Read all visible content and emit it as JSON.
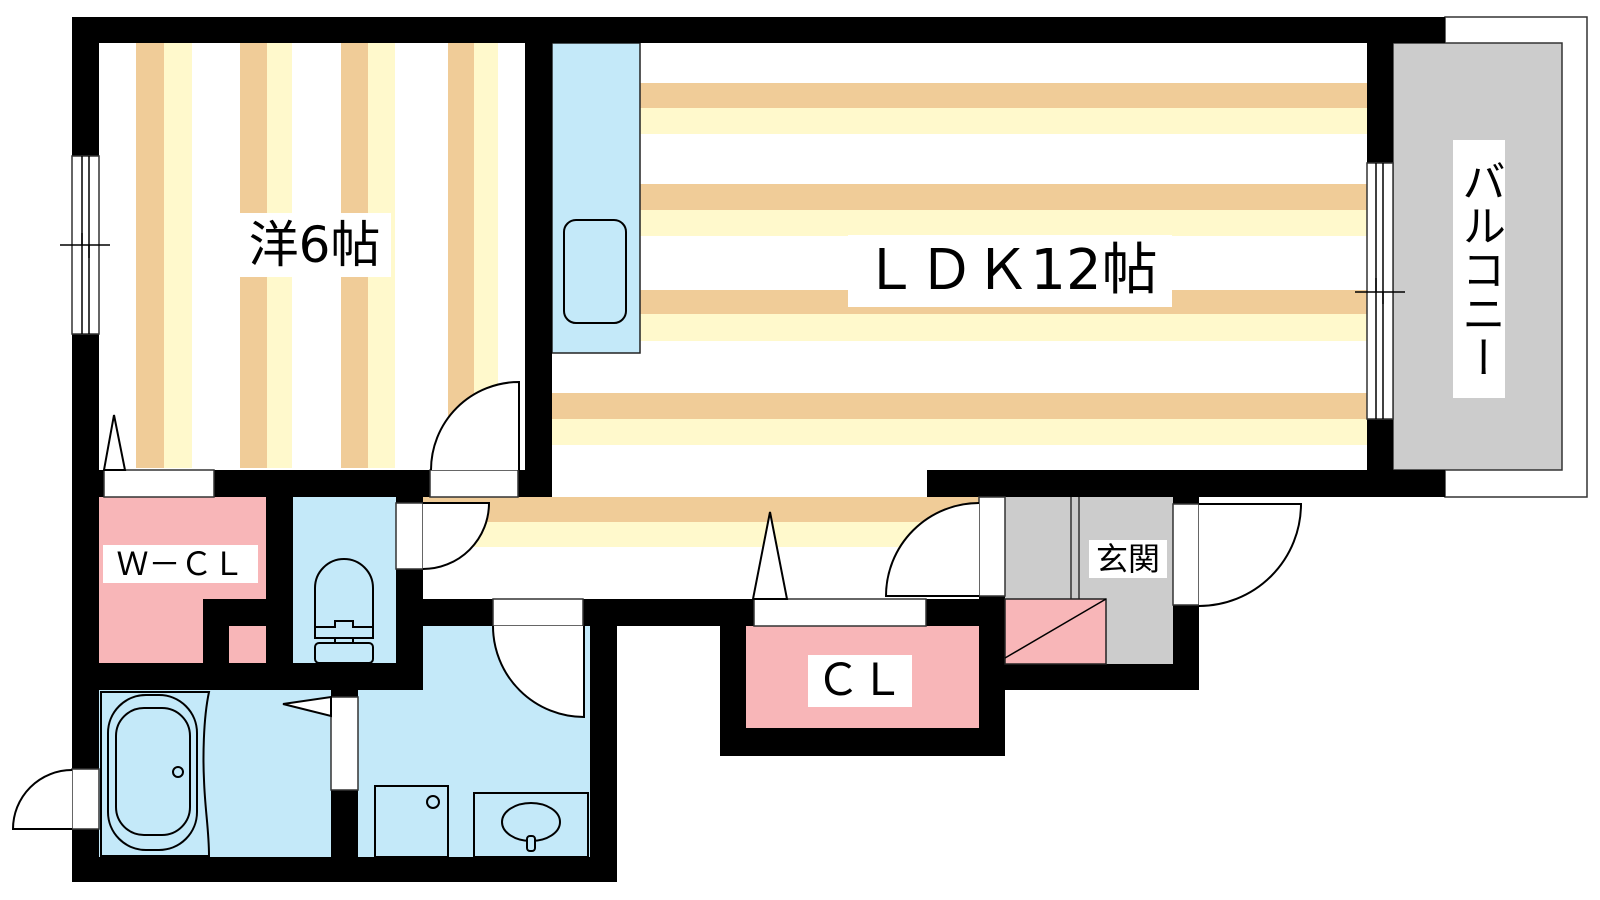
{
  "plan": {
    "rooms": {
      "western_room": "洋6帖",
      "ldk": "ＬＤＫ12帖",
      "balcony": "バルコニー",
      "walk_in_closet": "Ｗ－ＣＬ",
      "closet": "ＣＬ",
      "entrance": "玄関"
    }
  },
  "colors": {
    "wall": "#000000",
    "floor": "#FFFFFF",
    "floor_stripe_dark": "#F0CC98",
    "floor_stripe_light": "#FFF9CC",
    "wet_area": "#C4E9F9",
    "storage": "#F8B6B8",
    "exterior": "#CCCCCC"
  }
}
